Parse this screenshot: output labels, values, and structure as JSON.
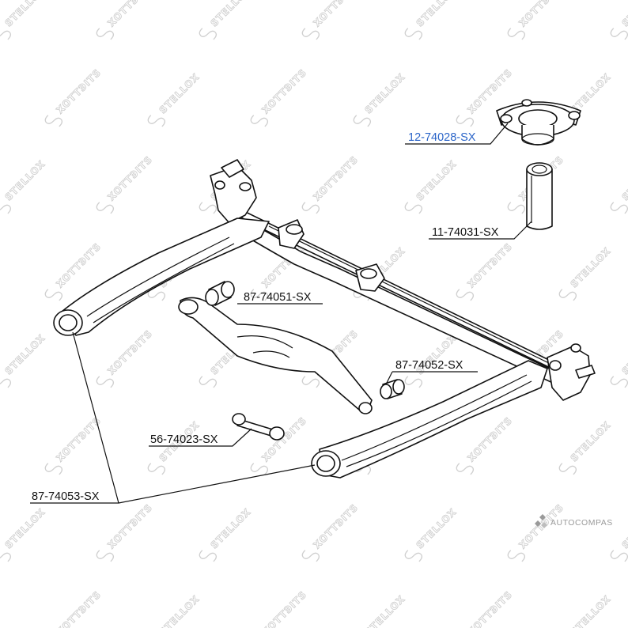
{
  "watermark": {
    "brand_text": "STELLOX",
    "mirrored_text": "XOTTЭITS"
  },
  "parts": [
    {
      "id": "top-mount",
      "number": "12-74028-SX",
      "highlight": true
    },
    {
      "id": "bump-stop",
      "number": "11-74031-SX",
      "highlight": false
    },
    {
      "id": "upper-bushing",
      "number": "87-74051-SX",
      "highlight": false
    },
    {
      "id": "lower-bushing",
      "number": "87-74052-SX",
      "highlight": false
    },
    {
      "id": "link-rod",
      "number": "56-74023-SX",
      "highlight": false
    },
    {
      "id": "arm-bushing",
      "number": "87-74053-SX",
      "highlight": false
    }
  ],
  "source_mark": "AUTOCOMPAS",
  "colors": {
    "line": "#111111",
    "highlight": "#2a64c8",
    "watermark": "#cfcfcf",
    "source_mark": "#9a9a9a"
  }
}
